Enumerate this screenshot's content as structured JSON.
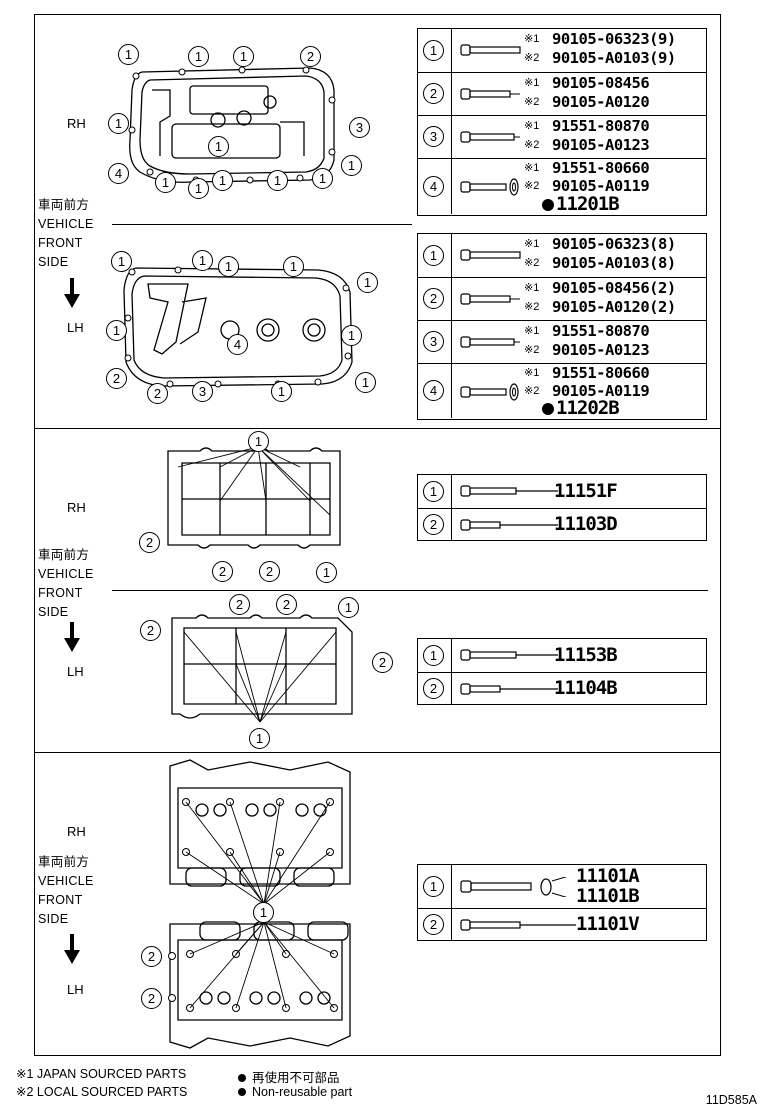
{
  "sections": [
    {
      "id": "head-cover",
      "upper_side": "RH",
      "lower_side": "LH",
      "direction_label": [
        "車両前方",
        "VEHICLE",
        "FRONT",
        "SIDE"
      ],
      "tables": [
        {
          "rows": [
            {
              "num": "1",
              "mark1": "※1",
              "part1": "90105-06323(9)",
              "mark2": "※2",
              "part2": "90105-A0103(9)"
            },
            {
              "num": "2",
              "mark1": "※1",
              "part1": "90105-08456",
              "mark2": "※2",
              "part2": "90105-A0120"
            },
            {
              "num": "3",
              "mark1": "※1",
              "part1": "91551-80870",
              "mark2": "※2",
              "part2": "90105-A0123"
            },
            {
              "num": "4",
              "mark1": "※1",
              "part1": "91551-80660",
              "mark2": "※2",
              "part2": "90105-A0119",
              "part3": "11201B"
            }
          ]
        },
        {
          "rows": [
            {
              "num": "1",
              "mark1": "※1",
              "part1": "90105-06323(8)",
              "mark2": "※2",
              "part2": "90105-A0103(8)"
            },
            {
              "num": "2",
              "mark1": "※1",
              "part1": "90105-08456(2)",
              "mark2": "※2",
              "part2": "90105-A0120(2)"
            },
            {
              "num": "3",
              "mark1": "※1",
              "part1": "91551-80870",
              "mark2": "※2",
              "part2": "90105-A0123"
            },
            {
              "num": "4",
              "mark1": "※1",
              "part1": "91551-80660",
              "mark2": "※2",
              "part2": "90105-A0119",
              "part3": "11202B"
            }
          ]
        }
      ],
      "callouts_rh": [
        "1",
        "1",
        "1",
        "2",
        "1",
        "3",
        "1",
        "4",
        "1",
        "1",
        "1",
        "1",
        "1",
        "1"
      ],
      "callouts_lh": [
        "1",
        "1",
        "1",
        "1",
        "1",
        "1",
        "4",
        "1",
        "2",
        "2",
        "3",
        "1",
        "1"
      ]
    },
    {
      "id": "camshaft-housing",
      "upper_side": "RH",
      "lower_side": "LH",
      "direction_label": [
        "車両前方",
        "VEHICLE",
        "FRONT",
        "SIDE"
      ],
      "tables": [
        {
          "rows": [
            {
              "num": "1",
              "part": "11151F"
            },
            {
              "num": "2",
              "part": "11103D"
            }
          ]
        },
        {
          "rows": [
            {
              "num": "1",
              "part": "11153B"
            },
            {
              "num": "2",
              "part": "11104B"
            }
          ]
        }
      ],
      "callouts_rh": [
        "1",
        "2",
        "2",
        "2",
        "1"
      ],
      "callouts_lh": [
        "2",
        "2",
        "1",
        "2",
        "2",
        "1"
      ]
    },
    {
      "id": "cylinder-head",
      "upper_side": "RH",
      "lower_side": "LH",
      "direction_label": [
        "車両前方",
        "VEHICLE",
        "FRONT",
        "SIDE"
      ],
      "tables": [
        {
          "rows": [
            {
              "num": "1",
              "part": "11101A",
              "part_b": "11101B"
            },
            {
              "num": "2",
              "part": "11101V"
            }
          ]
        }
      ],
      "callouts": [
        "1",
        "2",
        "2"
      ]
    }
  ],
  "footer": {
    "note1": "※1 JAPAN SOURCED PARTS",
    "note2": "※2 LOCAL SOURCED PARTS",
    "nonreuse_jp": "再使用不可部品",
    "nonreuse_en": "Non-reusable part",
    "code": "11D585A"
  }
}
